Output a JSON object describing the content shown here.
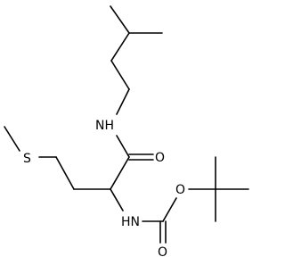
{
  "molecule": {
    "atom_labels": {
      "amide_nh": "NH",
      "amide_o": "O",
      "sulfur": "S",
      "carbamate_nh": "HN",
      "ester_o": "O",
      "carbonyl_o": "O"
    }
  }
}
